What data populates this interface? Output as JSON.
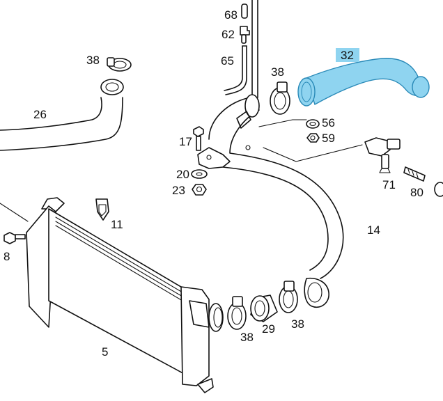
{
  "highlight_color": "#8fd4f0",
  "highlight_stroke": "#2a8ab8",
  "labels": {
    "p68": "68",
    "p62": "62",
    "p65": "65",
    "p38_top_left": "38",
    "p38_top_mid": "38",
    "p32": "32",
    "p26": "26",
    "p56": "56",
    "p59": "59",
    "p17": "17",
    "p20": "20",
    "p23": "23",
    "p71": "71",
    "p80": "80",
    "p11": "11",
    "p14": "14",
    "p8": "8",
    "p5": "5",
    "p38_bottom_left": "38",
    "p29": "29",
    "p38_bottom_right": "38"
  }
}
